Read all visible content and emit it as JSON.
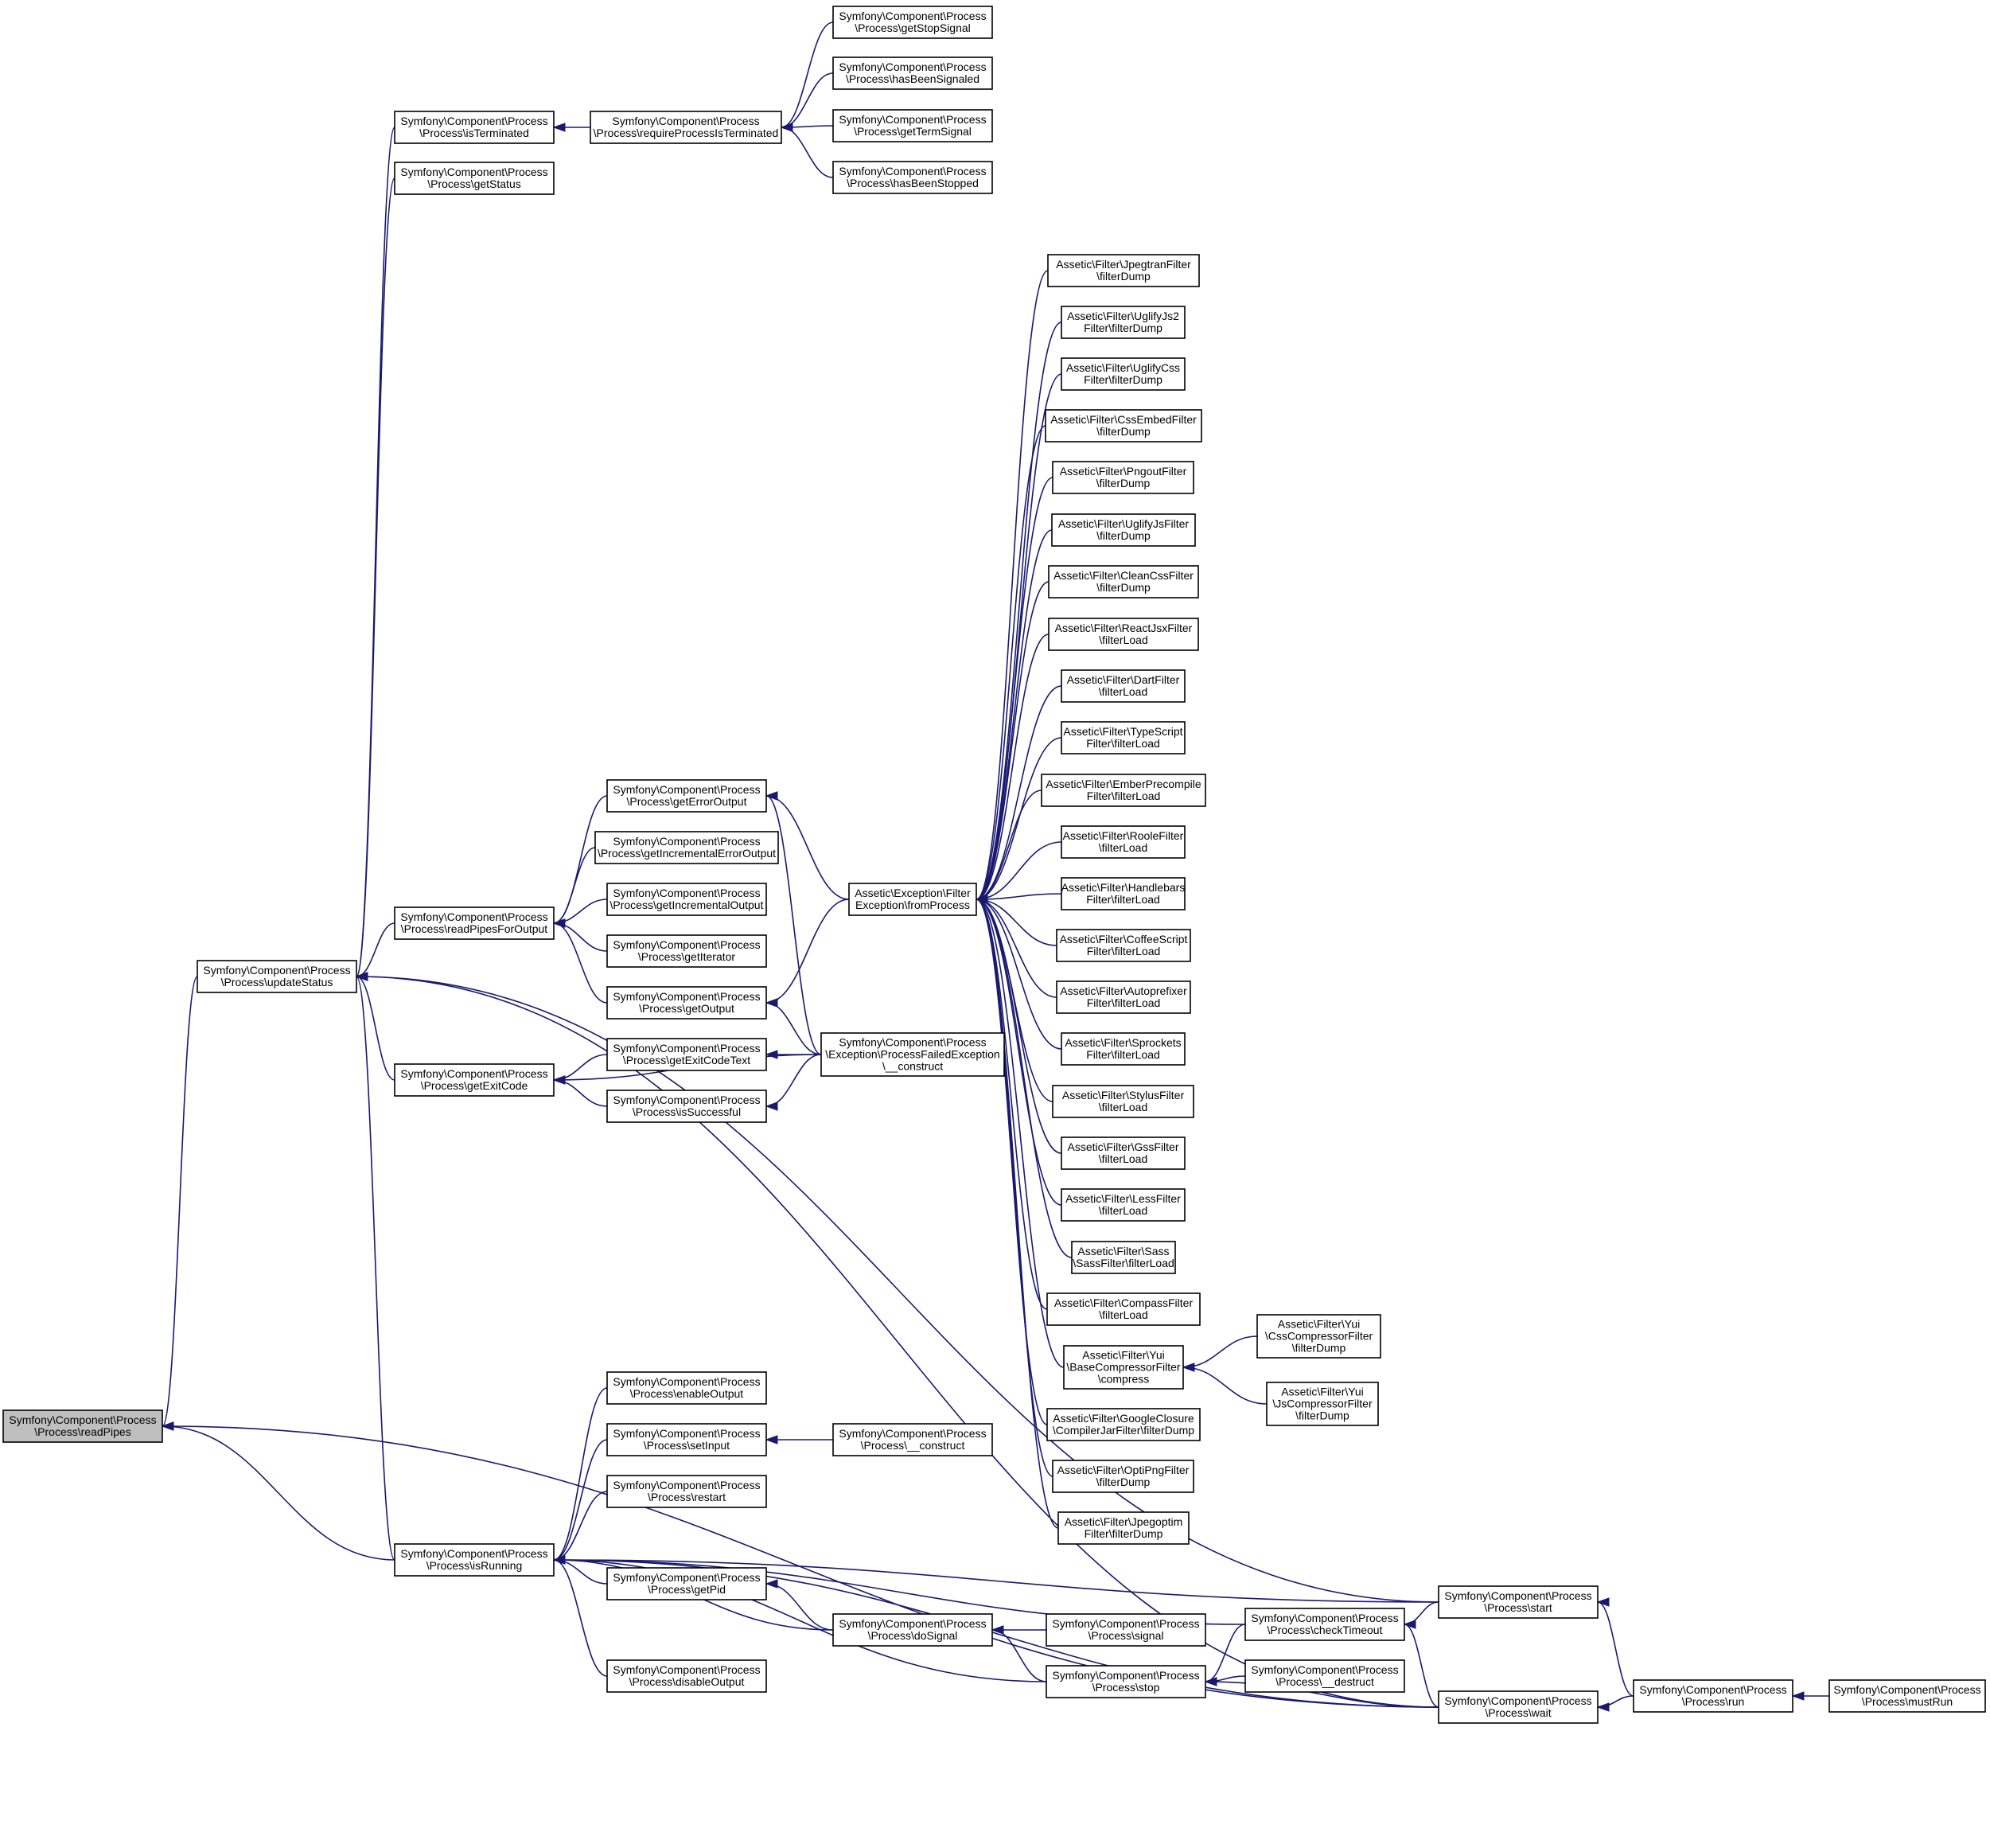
{
  "nodes": [
    {
      "id": "readPipes",
      "lines": [
        "Symfony\\Component\\Process",
        "\\Process\\readPipes"
      ],
      "root": true
    },
    {
      "id": "updateStatus",
      "lines": [
        "Symfony\\Component\\Process",
        "\\Process\\updateStatus"
      ]
    },
    {
      "id": "isTerminated",
      "lines": [
        "Symfony\\Component\\Process",
        "\\Process\\isTerminated"
      ]
    },
    {
      "id": "getStatus",
      "lines": [
        "Symfony\\Component\\Process",
        "\\Process\\getStatus"
      ]
    },
    {
      "id": "readPipesForOutput",
      "lines": [
        "Symfony\\Component\\Process",
        "\\Process\\readPipesForOutput"
      ]
    },
    {
      "id": "getExitCode",
      "lines": [
        "Symfony\\Component\\Process",
        "\\Process\\getExitCode"
      ]
    },
    {
      "id": "isRunning",
      "lines": [
        "Symfony\\Component\\Process",
        "\\Process\\isRunning"
      ]
    },
    {
      "id": "requireProcessIsTerminated",
      "lines": [
        "Symfony\\Component\\Process",
        "\\Process\\requireProcessIsTerminated"
      ]
    },
    {
      "id": "getStopSignal",
      "lines": [
        "Symfony\\Component\\Process",
        "\\Process\\getStopSignal"
      ]
    },
    {
      "id": "hasBeenSignaled",
      "lines": [
        "Symfony\\Component\\Process",
        "\\Process\\hasBeenSignaled"
      ]
    },
    {
      "id": "getTermSignal",
      "lines": [
        "Symfony\\Component\\Process",
        "\\Process\\getTermSignal"
      ]
    },
    {
      "id": "hasBeenStopped",
      "lines": [
        "Symfony\\Component\\Process",
        "\\Process\\hasBeenStopped"
      ]
    },
    {
      "id": "getErrorOutput",
      "lines": [
        "Symfony\\Component\\Process",
        "\\Process\\getErrorOutput"
      ]
    },
    {
      "id": "getIncrementalErrorOutput",
      "lines": [
        "Symfony\\Component\\Process",
        "\\Process\\getIncrementalErrorOutput"
      ]
    },
    {
      "id": "getIncrementalOutput",
      "lines": [
        "Symfony\\Component\\Process",
        "\\Process\\getIncrementalOutput"
      ]
    },
    {
      "id": "getIterator",
      "lines": [
        "Symfony\\Component\\Process",
        "\\Process\\getIterator"
      ]
    },
    {
      "id": "getOutput",
      "lines": [
        "Symfony\\Component\\Process",
        "\\Process\\getOutput"
      ]
    },
    {
      "id": "getExitCodeText",
      "lines": [
        "Symfony\\Component\\Process",
        "\\Process\\getExitCodeText"
      ]
    },
    {
      "id": "isSuccessful",
      "lines": [
        "Symfony\\Component\\Process",
        "\\Process\\isSuccessful"
      ]
    },
    {
      "id": "fromProcess",
      "lines": [
        "Assetic\\Exception\\Filter",
        "Exception\\fromProcess"
      ]
    },
    {
      "id": "pfeConstruct",
      "lines": [
        "Symfony\\Component\\Process",
        "\\Exception\\ProcessFailedException",
        "\\__construct"
      ]
    },
    {
      "id": "enableOutput",
      "lines": [
        "Symfony\\Component\\Process",
        "\\Process\\enableOutput"
      ]
    },
    {
      "id": "setInput",
      "lines": [
        "Symfony\\Component\\Process",
        "\\Process\\setInput"
      ]
    },
    {
      "id": "restart",
      "lines": [
        "Symfony\\Component\\Process",
        "\\Process\\restart"
      ]
    },
    {
      "id": "getPid",
      "lines": [
        "Symfony\\Component\\Process",
        "\\Process\\getPid"
      ]
    },
    {
      "id": "disableOutput",
      "lines": [
        "Symfony\\Component\\Process",
        "\\Process\\disableOutput"
      ]
    },
    {
      "id": "procConstruct",
      "lines": [
        "Symfony\\Component\\Process",
        "\\Process\\__construct"
      ]
    },
    {
      "id": "doSignal",
      "lines": [
        "Symfony\\Component\\Process",
        "\\Process\\doSignal"
      ]
    },
    {
      "id": "signal",
      "lines": [
        "Symfony\\Component\\Process",
        "\\Process\\signal"
      ]
    },
    {
      "id": "stop",
      "lines": [
        "Symfony\\Component\\Process",
        "\\Process\\stop"
      ]
    },
    {
      "id": "checkTimeout",
      "lines": [
        "Symfony\\Component\\Process",
        "\\Process\\checkTimeout"
      ]
    },
    {
      "id": "destruct",
      "lines": [
        "Symfony\\Component\\Process",
        "\\Process\\__destruct"
      ]
    },
    {
      "id": "start",
      "lines": [
        "Symfony\\Component\\Process",
        "\\Process\\start"
      ]
    },
    {
      "id": "wait",
      "lines": [
        "Symfony\\Component\\Process",
        "\\Process\\wait"
      ]
    },
    {
      "id": "run",
      "lines": [
        "Symfony\\Component\\Process",
        "\\Process\\run"
      ]
    },
    {
      "id": "mustRun",
      "lines": [
        "Symfony\\Component\\Process",
        "\\Process\\mustRun"
      ]
    },
    {
      "id": "jpegtran",
      "lines": [
        "Assetic\\Filter\\JpegtranFilter",
        "\\filterDump"
      ]
    },
    {
      "id": "uglifyJs2",
      "lines": [
        "Assetic\\Filter\\UglifyJs2",
        "Filter\\filterDump"
      ]
    },
    {
      "id": "uglifyCss",
      "lines": [
        "Assetic\\Filter\\UglifyCss",
        "Filter\\filterDump"
      ]
    },
    {
      "id": "cssEmbed",
      "lines": [
        "Assetic\\Filter\\CssEmbedFilter",
        "\\filterDump"
      ]
    },
    {
      "id": "pngout",
      "lines": [
        "Assetic\\Filter\\PngoutFilter",
        "\\filterDump"
      ]
    },
    {
      "id": "uglifyJs",
      "lines": [
        "Assetic\\Filter\\UglifyJsFilter",
        "\\filterDump"
      ]
    },
    {
      "id": "cleanCss",
      "lines": [
        "Assetic\\Filter\\CleanCssFilter",
        "\\filterDump"
      ]
    },
    {
      "id": "reactJsx",
      "lines": [
        "Assetic\\Filter\\ReactJsxFilter",
        "\\filterLoad"
      ]
    },
    {
      "id": "dart",
      "lines": [
        "Assetic\\Filter\\DartFilter",
        "\\filterLoad"
      ]
    },
    {
      "id": "typeScript",
      "lines": [
        "Assetic\\Filter\\TypeScript",
        "Filter\\filterLoad"
      ]
    },
    {
      "id": "emberPrecompile",
      "lines": [
        "Assetic\\Filter\\EmberPrecompile",
        "Filter\\filterLoad"
      ]
    },
    {
      "id": "roole",
      "lines": [
        "Assetic\\Filter\\RooleFilter",
        "\\filterLoad"
      ]
    },
    {
      "id": "handlebars",
      "lines": [
        "Assetic\\Filter\\Handlebars",
        "Filter\\filterLoad"
      ]
    },
    {
      "id": "coffeeScript",
      "lines": [
        "Assetic\\Filter\\CoffeeScript",
        "Filter\\filterLoad"
      ]
    },
    {
      "id": "autoprefixer",
      "lines": [
        "Assetic\\Filter\\Autoprefixer",
        "Filter\\filterLoad"
      ]
    },
    {
      "id": "sprockets",
      "lines": [
        "Assetic\\Filter\\Sprockets",
        "Filter\\filterLoad"
      ]
    },
    {
      "id": "stylus",
      "lines": [
        "Assetic\\Filter\\StylusFilter",
        "\\filterLoad"
      ]
    },
    {
      "id": "gss",
      "lines": [
        "Assetic\\Filter\\GssFilter",
        "\\filterLoad"
      ]
    },
    {
      "id": "less",
      "lines": [
        "Assetic\\Filter\\LessFilter",
        "\\filterLoad"
      ]
    },
    {
      "id": "sass",
      "lines": [
        "Assetic\\Filter\\Sass",
        "\\SassFilter\\filterLoad"
      ]
    },
    {
      "id": "compass",
      "lines": [
        "Assetic\\Filter\\CompassFilter",
        "\\filterLoad"
      ]
    },
    {
      "id": "yuiCompress",
      "lines": [
        "Assetic\\Filter\\Yui",
        "\\BaseCompressorFilter",
        "\\compress"
      ]
    },
    {
      "id": "googleClosure",
      "lines": [
        "Assetic\\Filter\\GoogleClosure",
        "\\CompilerJarFilter\\filterDump"
      ]
    },
    {
      "id": "optiPng",
      "lines": [
        "Assetic\\Filter\\OptiPngFilter",
        "\\filterDump"
      ]
    },
    {
      "id": "jpegoptim",
      "lines": [
        "Assetic\\Filter\\Jpegoptim",
        "Filter\\filterDump"
      ]
    },
    {
      "id": "yuiCss",
      "lines": [
        "Assetic\\Filter\\Yui",
        "\\CssCompressorFilter",
        "\\filterDump"
      ]
    },
    {
      "id": "yuiJs",
      "lines": [
        "Assetic\\Filter\\Yui",
        "\\JsCompressorFilter",
        "\\filterDump"
      ]
    }
  ],
  "edges": [
    [
      "updateStatus",
      "readPipes"
    ],
    [
      "isRunning",
      "readPipes"
    ],
    [
      "wait",
      "readPipes"
    ],
    [
      "isTerminated",
      "updateStatus"
    ],
    [
      "getStatus",
      "updateStatus"
    ],
    [
      "readPipesForOutput",
      "updateStatus"
    ],
    [
      "getExitCode",
      "updateStatus"
    ],
    [
      "isRunning",
      "updateStatus"
    ],
    [
      "start",
      "updateStatus"
    ],
    [
      "wait",
      "updateStatus"
    ],
    [
      "requireProcessIsTerminated",
      "isTerminated"
    ],
    [
      "getStopSignal",
      "requireProcessIsTerminated"
    ],
    [
      "hasBeenSignaled",
      "requireProcessIsTerminated"
    ],
    [
      "getTermSignal",
      "requireProcessIsTerminated"
    ],
    [
      "hasBeenStopped",
      "requireProcessIsTerminated"
    ],
    [
      "getErrorOutput",
      "readPipesForOutput"
    ],
    [
      "getIncrementalErrorOutput",
      "readPipesForOutput"
    ],
    [
      "getIncrementalOutput",
      "readPipesForOutput"
    ],
    [
      "getIterator",
      "readPipesForOutput"
    ],
    [
      "getOutput",
      "readPipesForOutput"
    ],
    [
      "getExitCodeText",
      "getExitCode"
    ],
    [
      "isSuccessful",
      "getExitCode"
    ],
    [
      "pfeConstruct",
      "getExitCode"
    ],
    [
      "fromProcess",
      "getErrorOutput"
    ],
    [
      "pfeConstruct",
      "getErrorOutput"
    ],
    [
      "fromProcess",
      "getOutput"
    ],
    [
      "pfeConstruct",
      "getOutput"
    ],
    [
      "pfeConstruct",
      "getExitCodeText"
    ],
    [
      "pfeConstruct",
      "isSuccessful"
    ],
    [
      "jpegtran",
      "fromProcess"
    ],
    [
      "uglifyJs2",
      "fromProcess"
    ],
    [
      "uglifyCss",
      "fromProcess"
    ],
    [
      "cssEmbed",
      "fromProcess"
    ],
    [
      "pngout",
      "fromProcess"
    ],
    [
      "uglifyJs",
      "fromProcess"
    ],
    [
      "cleanCss",
      "fromProcess"
    ],
    [
      "reactJsx",
      "fromProcess"
    ],
    [
      "dart",
      "fromProcess"
    ],
    [
      "typeScript",
      "fromProcess"
    ],
    [
      "emberPrecompile",
      "fromProcess"
    ],
    [
      "roole",
      "fromProcess"
    ],
    [
      "handlebars",
      "fromProcess"
    ],
    [
      "coffeeScript",
      "fromProcess"
    ],
    [
      "autoprefixer",
      "fromProcess"
    ],
    [
      "sprockets",
      "fromProcess"
    ],
    [
      "stylus",
      "fromProcess"
    ],
    [
      "gss",
      "fromProcess"
    ],
    [
      "less",
      "fromProcess"
    ],
    [
      "sass",
      "fromProcess"
    ],
    [
      "compass",
      "fromProcess"
    ],
    [
      "yuiCompress",
      "fromProcess"
    ],
    [
      "googleClosure",
      "fromProcess"
    ],
    [
      "optiPng",
      "fromProcess"
    ],
    [
      "jpegoptim",
      "fromProcess"
    ],
    [
      "yuiCss",
      "yuiCompress"
    ],
    [
      "yuiJs",
      "yuiCompress"
    ],
    [
      "enableOutput",
      "isRunning"
    ],
    [
      "setInput",
      "isRunning"
    ],
    [
      "restart",
      "isRunning"
    ],
    [
      "getPid",
      "isRunning"
    ],
    [
      "disableOutput",
      "isRunning"
    ],
    [
      "doSignal",
      "isRunning"
    ],
    [
      "stop",
      "isRunning"
    ],
    [
      "start",
      "isRunning"
    ],
    [
      "wait",
      "isRunning"
    ],
    [
      "checkTimeout",
      "isRunning"
    ],
    [
      "procConstruct",
      "setInput"
    ],
    [
      "doSignal",
      "getPid"
    ],
    [
      "signal",
      "doSignal"
    ],
    [
      "stop",
      "doSignal"
    ],
    [
      "checkTimeout",
      "stop"
    ],
    [
      "destruct",
      "stop"
    ],
    [
      "wait",
      "stop"
    ],
    [
      "start",
      "checkTimeout"
    ],
    [
      "wait",
      "checkTimeout"
    ],
    [
      "run",
      "start"
    ],
    [
      "run",
      "wait"
    ],
    [
      "mustRun",
      "run"
    ]
  ]
}
